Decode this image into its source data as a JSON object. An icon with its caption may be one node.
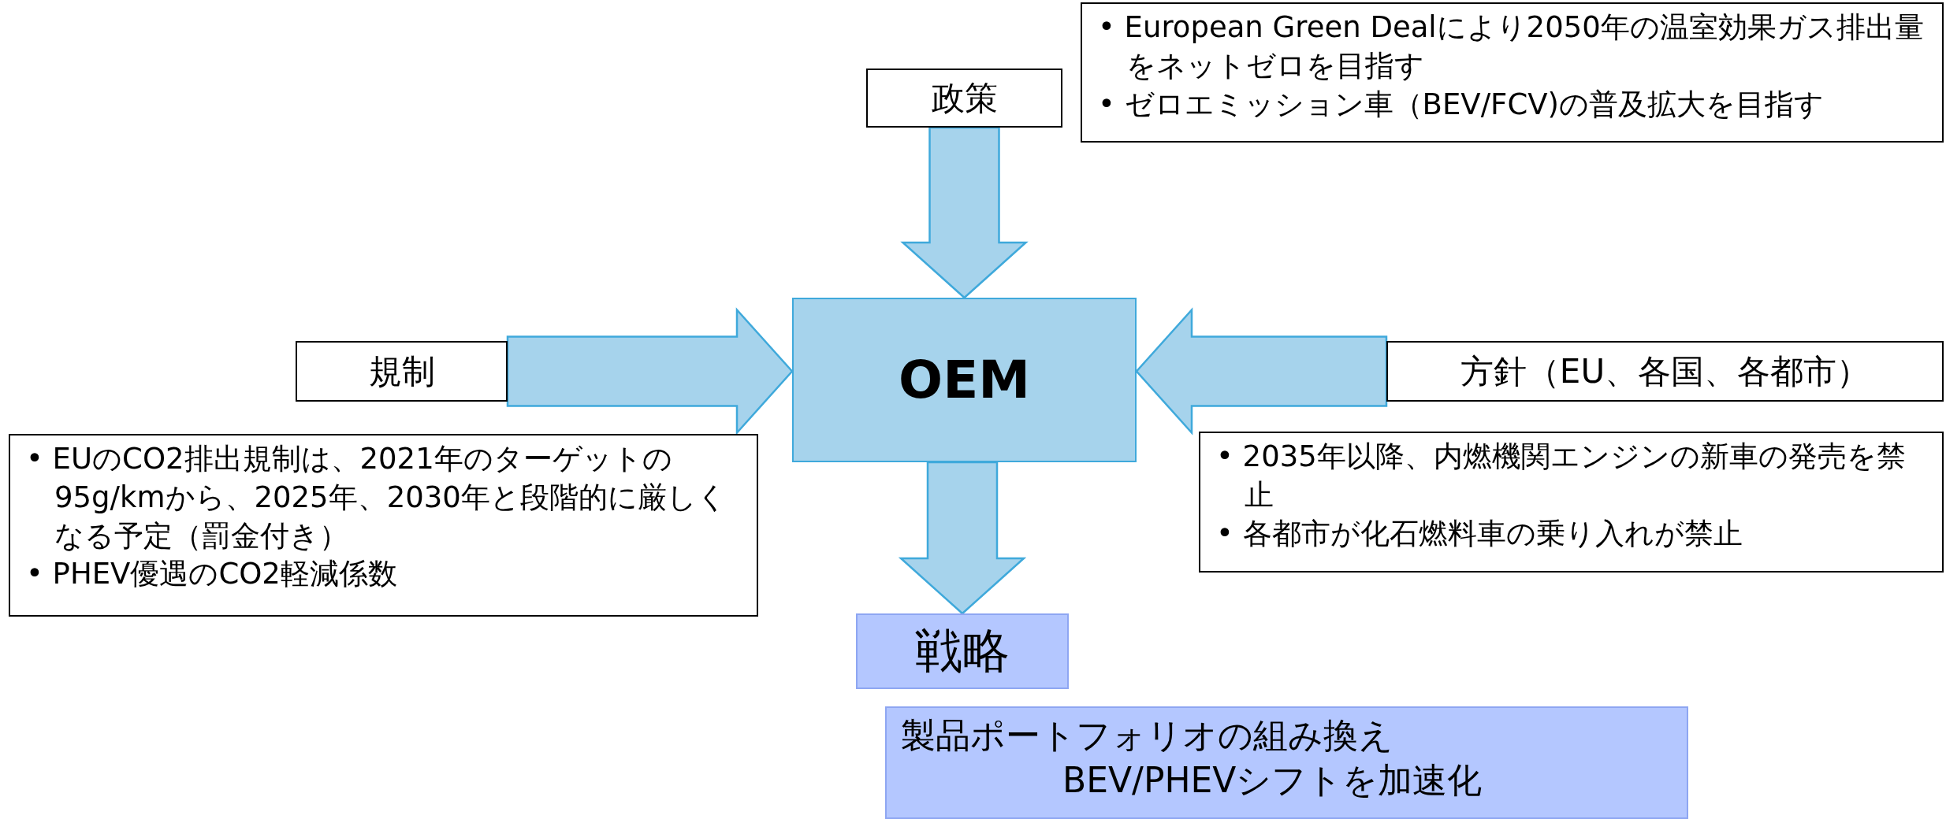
{
  "diagram": {
    "nodes": [
      {
        "text": [
          "政策"
        ]
      },
      {
        "text": [
          "• European Green Dealにより2050年の温室効果ガス排出量をネットゼロを目指す",
          "• ゼロエミッション車（BEV/FCV)の普及拡大を目指す"
        ]
      },
      {
        "text": [
          "規制"
        ]
      },
      {
        "text": [
          "OEM"
        ]
      },
      {
        "text": [
          "方針（EU、各国、各都市）"
        ]
      },
      {
        "text": [
          "• EUのCO2排出規制は、2021年のターゲットの95g/kmから、2025年、2030年と段階的に厳しくなる予定（罰金付き）",
          "• PHEV優遇のCO2軽減係数"
        ]
      },
      {
        "text": [
          "• 2035年以降、内燃機関エンジンの新車の発売を禁止",
          "• 各都市が化石燃料車の乗り入れが禁止"
        ]
      },
      {
        "text": [
          "戦略"
        ]
      },
      {
        "text": [
          "製品ポートフォリオの組み換え",
          "BEV/PHEVシフトを加速化"
        ]
      }
    ],
    "edges": [
      {
        "from": 0,
        "to": 3,
        "arrow": "to"
      },
      {
        "from": 2,
        "to": 3,
        "arrow": "to"
      },
      {
        "from": 4,
        "to": 3,
        "arrow": "to"
      },
      {
        "from": 3,
        "to": 7,
        "arrow": "to"
      }
    ]
  }
}
